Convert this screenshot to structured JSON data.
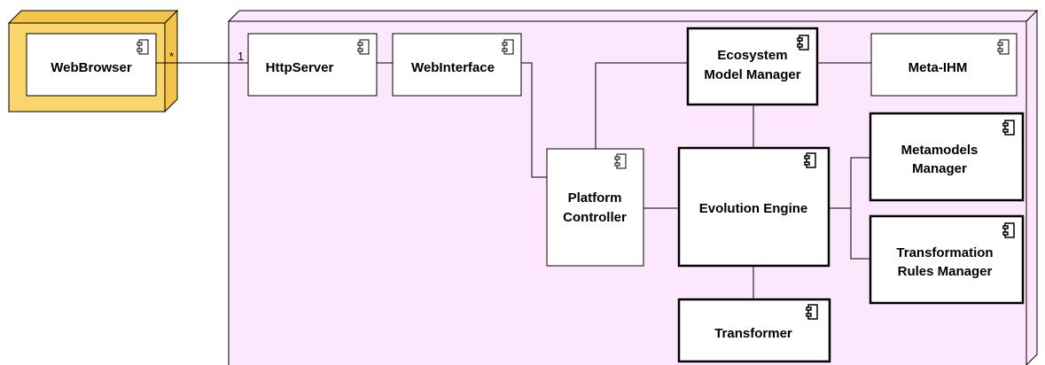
{
  "diagram": {
    "client_node": {
      "component": {
        "name": "WebBrowser"
      }
    },
    "server_node": {
      "components": {
        "http_server": {
          "name": "HttpServer"
        },
        "web_interface": {
          "name": "WebInterface"
        },
        "ecosystem_model_manager": {
          "line1": "Ecosystem",
          "line2": "Model Manager"
        },
        "meta_ihm": {
          "name": "Meta-IHM"
        },
        "platform_controller": {
          "line1": "Platform",
          "line2": "Controller"
        },
        "evolution_engine": {
          "name": "Evolution Engine"
        },
        "metamodels_manager": {
          "line1": "Metamodels",
          "line2": "Manager"
        },
        "transformation_rules_manager": {
          "line1": "Transformation",
          "line2": "Rules Manager"
        },
        "transformer": {
          "name": "Transformer"
        }
      }
    },
    "association": {
      "browser_end": "*",
      "server_end": "1"
    },
    "colors": {
      "client_node_fill": "#f9d56b",
      "client_node_side": "#f4c44a",
      "server_node_fill": "#fde7fd",
      "component_fill": "#ffffff",
      "stroke": "#000000"
    }
  }
}
